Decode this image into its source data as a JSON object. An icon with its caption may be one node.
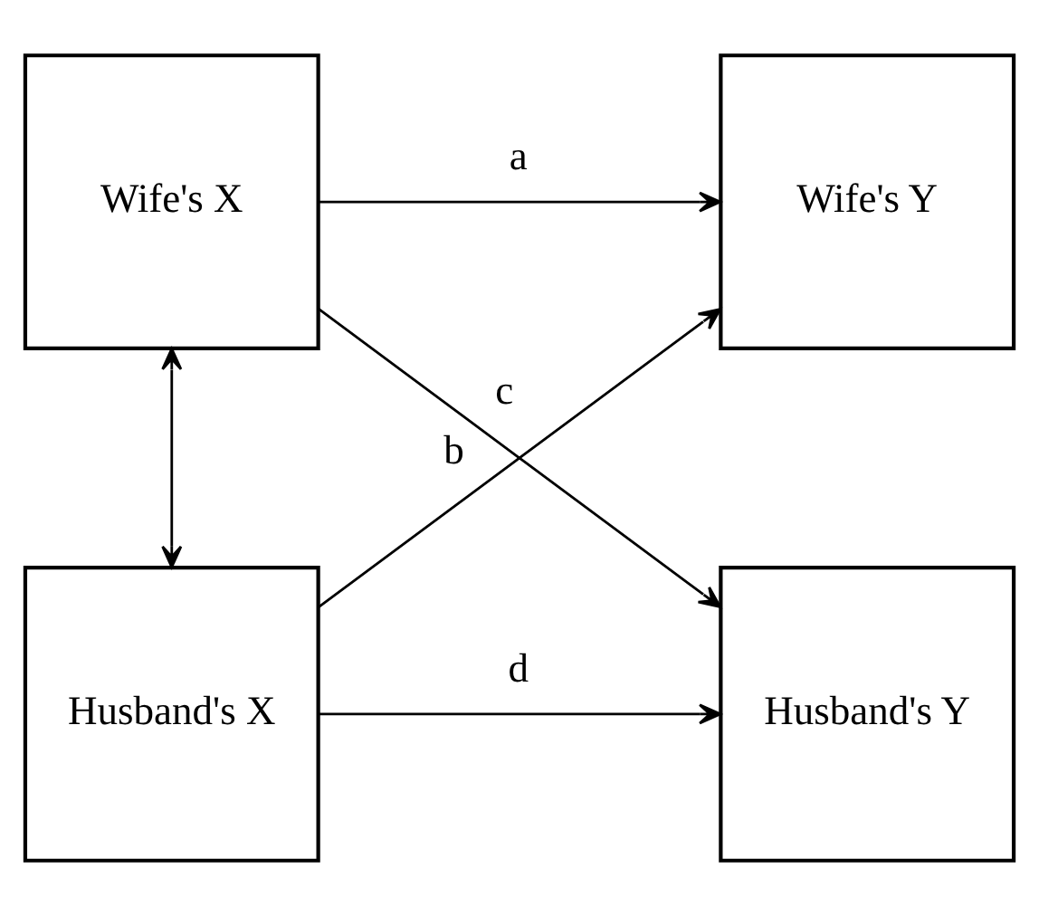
{
  "diagram": {
    "nodes": [
      {
        "text": [
          "Wife's X"
        ]
      },
      {
        "text": [
          "Wife's Y"
        ]
      },
      {
        "text": [
          "Husband's X"
        ]
      },
      {
        "text": [
          "Husband's Y"
        ]
      }
    ],
    "edges": [
      {
        "from": 0,
        "to": 1,
        "arrow": "to",
        "label": "a"
      },
      {
        "from": 0,
        "to": 3,
        "arrow": "to",
        "label": "c"
      },
      {
        "from": 2,
        "to": 1,
        "arrow": "to",
        "label": "b"
      },
      {
        "from": 2,
        "to": 3,
        "arrow": "to",
        "label": "d"
      },
      {
        "from": 0,
        "to": 2,
        "arrow": "both"
      }
    ]
  }
}
